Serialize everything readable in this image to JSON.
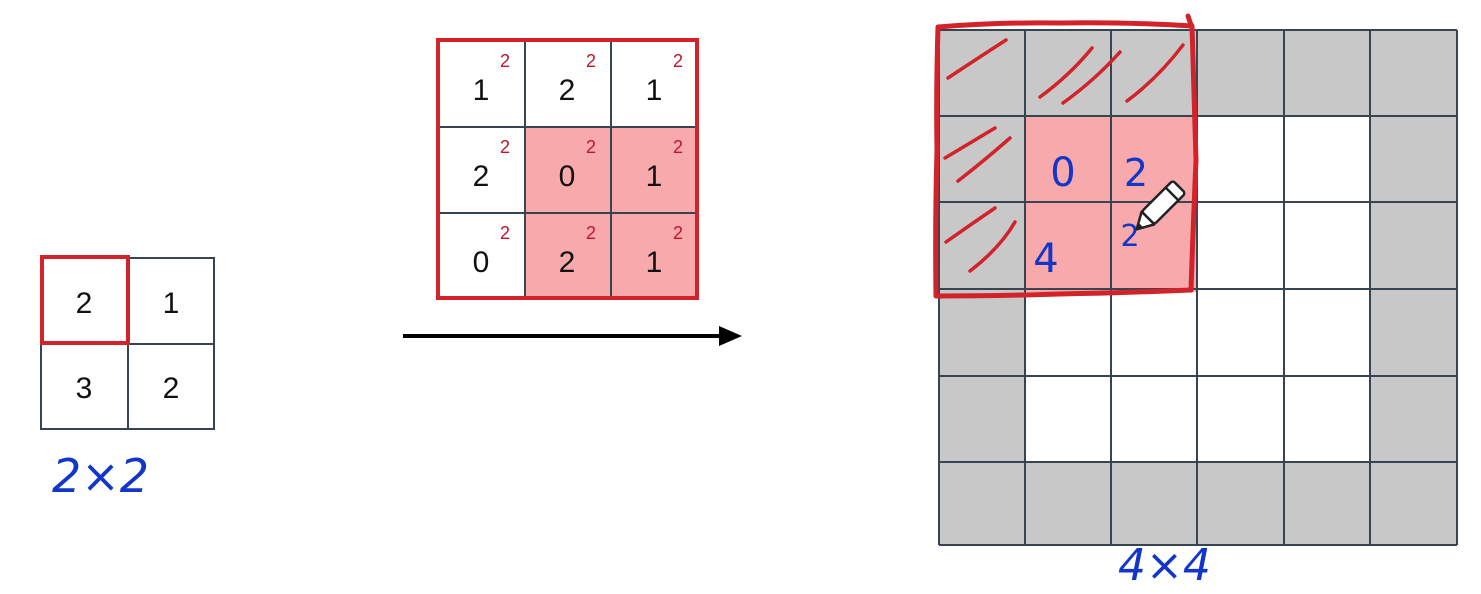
{
  "input": {
    "values": [
      [
        "2",
        "1"
      ],
      [
        "3",
        "2"
      ]
    ],
    "label": "2×2"
  },
  "kernel": {
    "values": [
      [
        "1",
        "2",
        "1"
      ],
      [
        "2",
        "0",
        "1"
      ],
      [
        "0",
        "2",
        "1"
      ]
    ],
    "superscript": "2"
  },
  "output": {
    "label": "4×4",
    "cell_values": {
      "a": "0",
      "b": "2",
      "c": "4",
      "d": "2"
    }
  },
  "colors": {
    "red": "#d2232a",
    "pink": "#f7a9ab",
    "gray": "#c8c8c8",
    "grid": "#374451",
    "blue": "#1236c9"
  }
}
